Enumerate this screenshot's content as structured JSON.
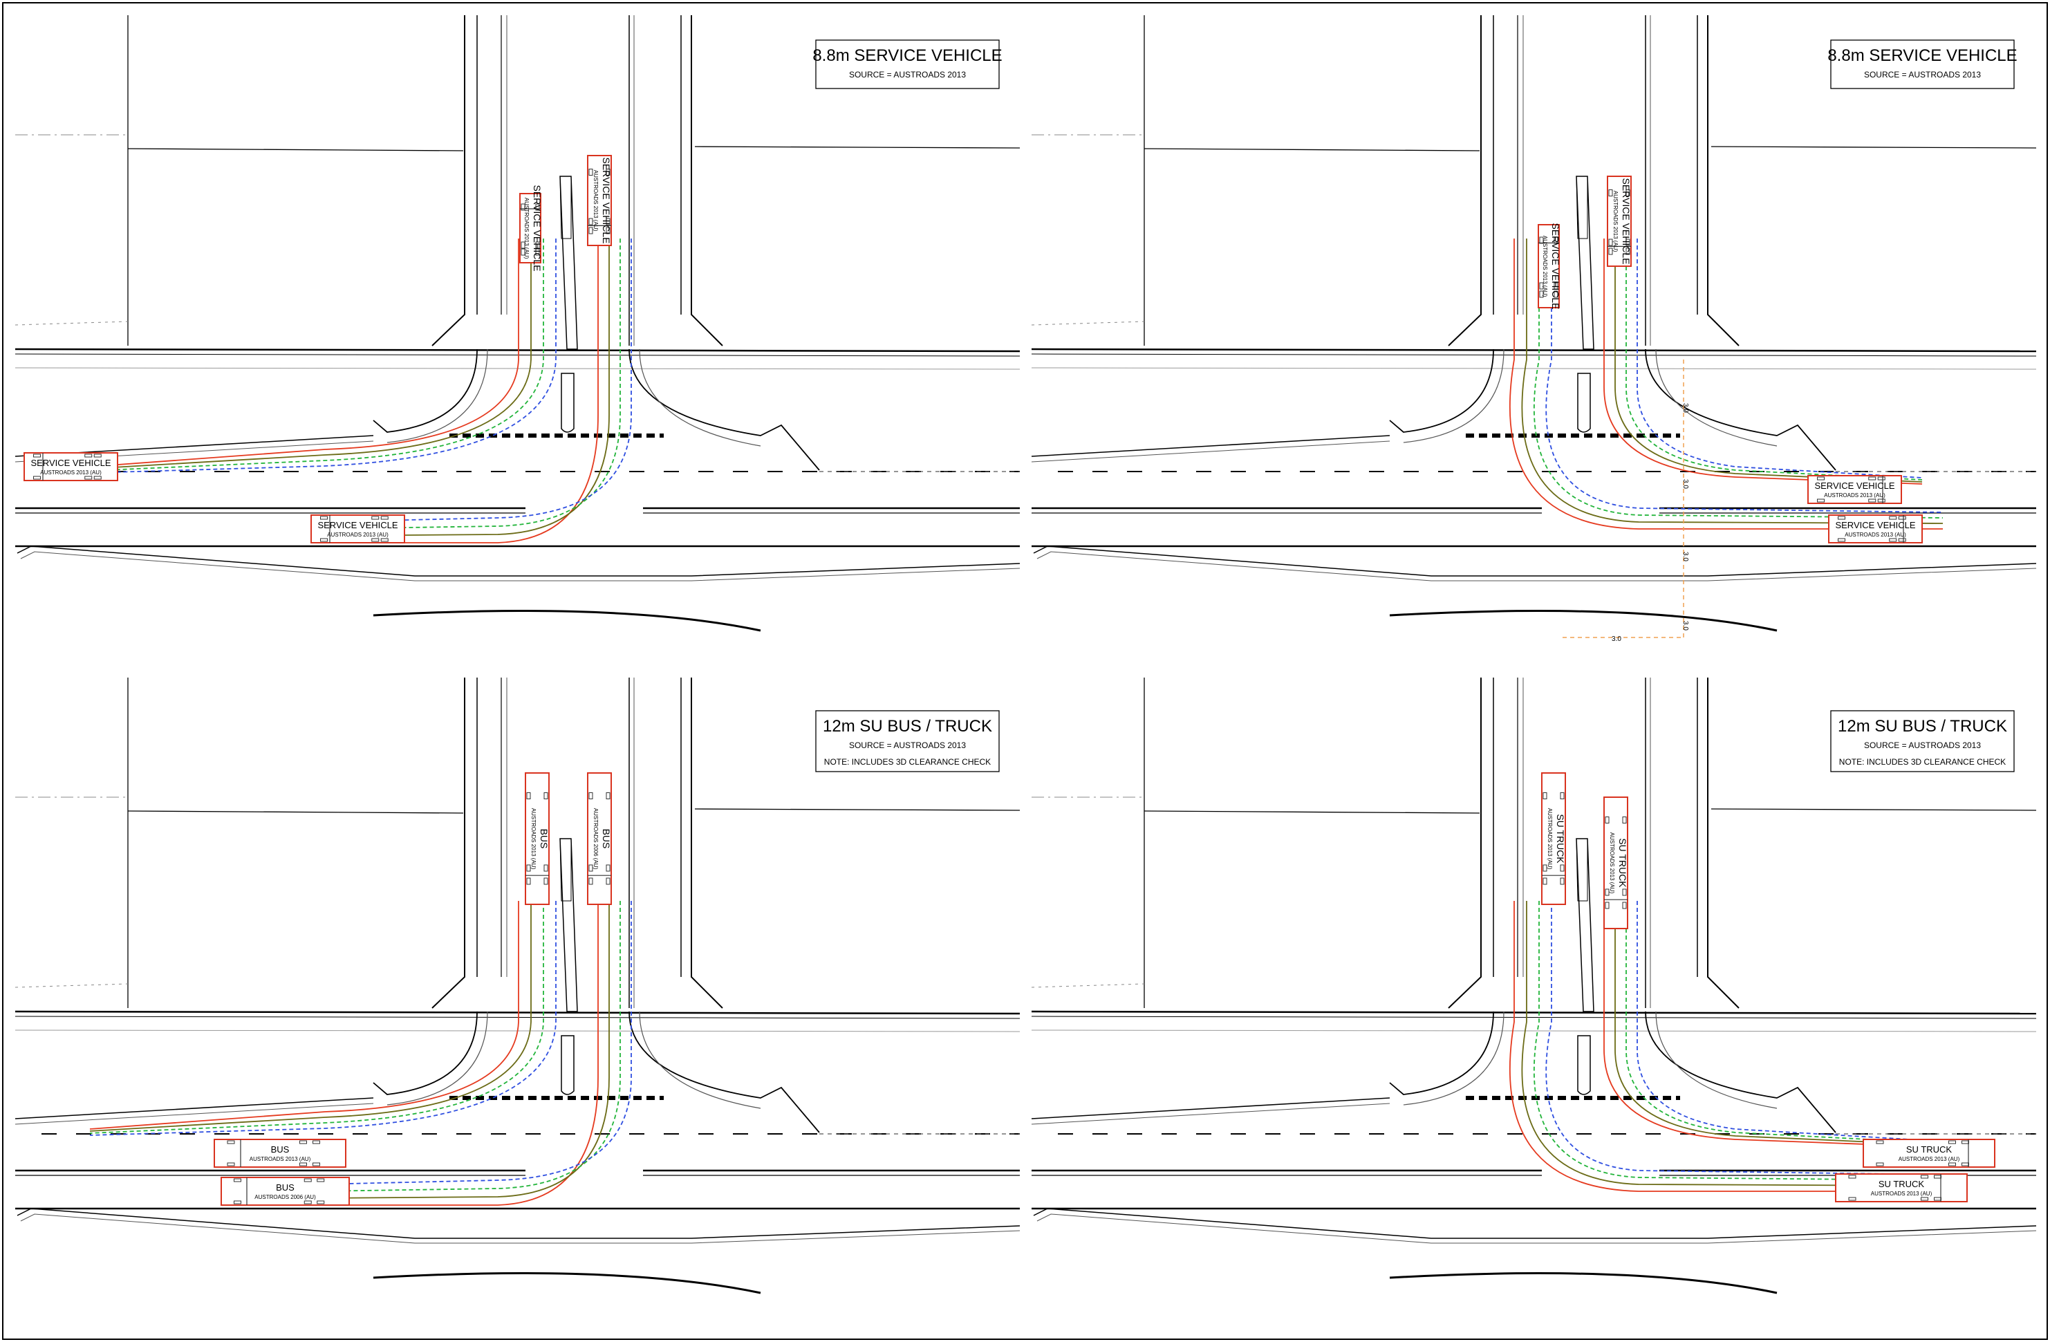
{
  "panels": [
    {
      "id": "top-left",
      "title": "8.8m SERVICE VEHICLE",
      "source": "SOURCE = AUSTROADS 2013",
      "vehicles": [
        {
          "label": "SERVICE VEHICLE",
          "sub": "AUSTROADS 2013 (AU)"
        },
        {
          "label": "SERVICE VEHICLE",
          "sub": "AUSTROADS 2013 (AU)"
        },
        {
          "label": "SERVICE VEHICLE",
          "sub": "AUSTROADS 2013 (AU)"
        },
        {
          "label": "SERVICE VEHICLE",
          "sub": "AUSTROADS 2013 (AU)"
        }
      ]
    },
    {
      "id": "top-right",
      "title": "8.8m SERVICE VEHICLE",
      "source": "SOURCE = AUSTROADS 2013",
      "vehicles": [
        {
          "label": "SERVICE VEHICLE",
          "sub": "AUSTROADS 2013 (AU)"
        },
        {
          "label": "SERVICE VEHICLE",
          "sub": "AUSTROADS 2013 (AU)"
        },
        {
          "label": "SERVICE VEHICLE",
          "sub": "AUSTROADS 2013 (AU)"
        },
        {
          "label": "SERVICE VEHICLE",
          "sub": "AUSTROADS 2013 (AU)"
        }
      ]
    },
    {
      "id": "bottom-left",
      "title": "12m SU BUS  / TRUCK",
      "source": "SOURCE = AUSTROADS 2013",
      "note": "NOTE: INCLUDES 3D CLEARANCE CHECK",
      "vehicles": [
        {
          "label": "BUS",
          "sub": "AUSTROADS 2013 (AU)"
        },
        {
          "label": "BUS",
          "sub": "AUSTROADS 2006 (AU)"
        },
        {
          "label": "BUS",
          "sub": "AUSTROADS 2013 (AU)"
        },
        {
          "label": "BUS",
          "sub": "AUSTROADS 2006 (AU)"
        }
      ]
    },
    {
      "id": "bottom-right",
      "title": "12m SU BUS  / TRUCK",
      "source": "SOURCE = AUSTROADS 2013",
      "note": "NOTE: INCLUDES 3D CLEARANCE CHECK",
      "vehicles": [
        {
          "label": "SU TRUCK",
          "sub": "AUSTROADS 2013 (AU)"
        },
        {
          "label": "SU TRUCK",
          "sub": "AUSTROADS 2013 (AU)"
        },
        {
          "label": "SU TRUCK",
          "sub": "AUSTROADS 2013 (AU)"
        },
        {
          "label": "SU TRUCK",
          "sub": "AUSTROADS 2013 (AU)"
        }
      ]
    }
  ],
  "dimension_labels": [
    "3.0",
    "3.0",
    "3.0",
    "3.0",
    "3.0"
  ],
  "colors": {
    "line": "#000000",
    "vehicle_outline": "#d9331f",
    "path_blue": "#2f4fe0",
    "path_green": "#22b43a",
    "path_olive": "#6b6b16",
    "path_red": "#e53a1f",
    "dimension": "#f0a050"
  }
}
